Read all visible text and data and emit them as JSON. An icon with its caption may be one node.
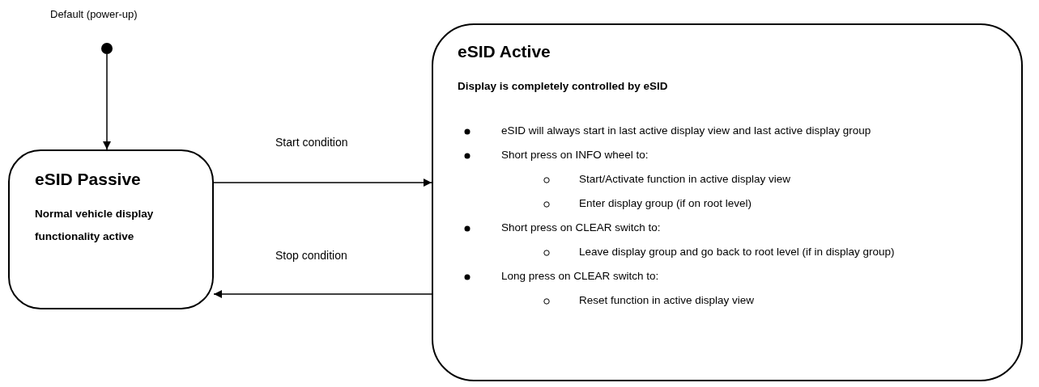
{
  "diagram": {
    "nodes": [
      {
        "text": [],
        "shape": "circle",
        "beside": [
          "Default (power-up)"
        ]
      },
      {
        "text": [
          "eSID Passive",
          "Normal vehicle display functionality active"
        ]
      },
      {
        "text": [
          "eSID Active",
          "Display is completely controlled by eSID",
          "eSID will always start in last active display view and last active display group",
          "Short press on INFO wheel to:",
          "Start/Activate function in active display view",
          "Enter display group (if on root level)",
          "Short press on CLEAR switch to:",
          "Leave display group and go back to root level (if in display group)",
          "Long press on CLEAR switch to:",
          "Reset function in active display view"
        ]
      }
    ],
    "edges": [
      {
        "from": 0,
        "to": 1,
        "arrow": "to"
      },
      {
        "from": 1,
        "to": 2,
        "arrow": "to",
        "label": "Start condition"
      },
      {
        "from": 2,
        "to": 1,
        "arrow": "to",
        "label": "Stop condition"
      }
    ]
  }
}
